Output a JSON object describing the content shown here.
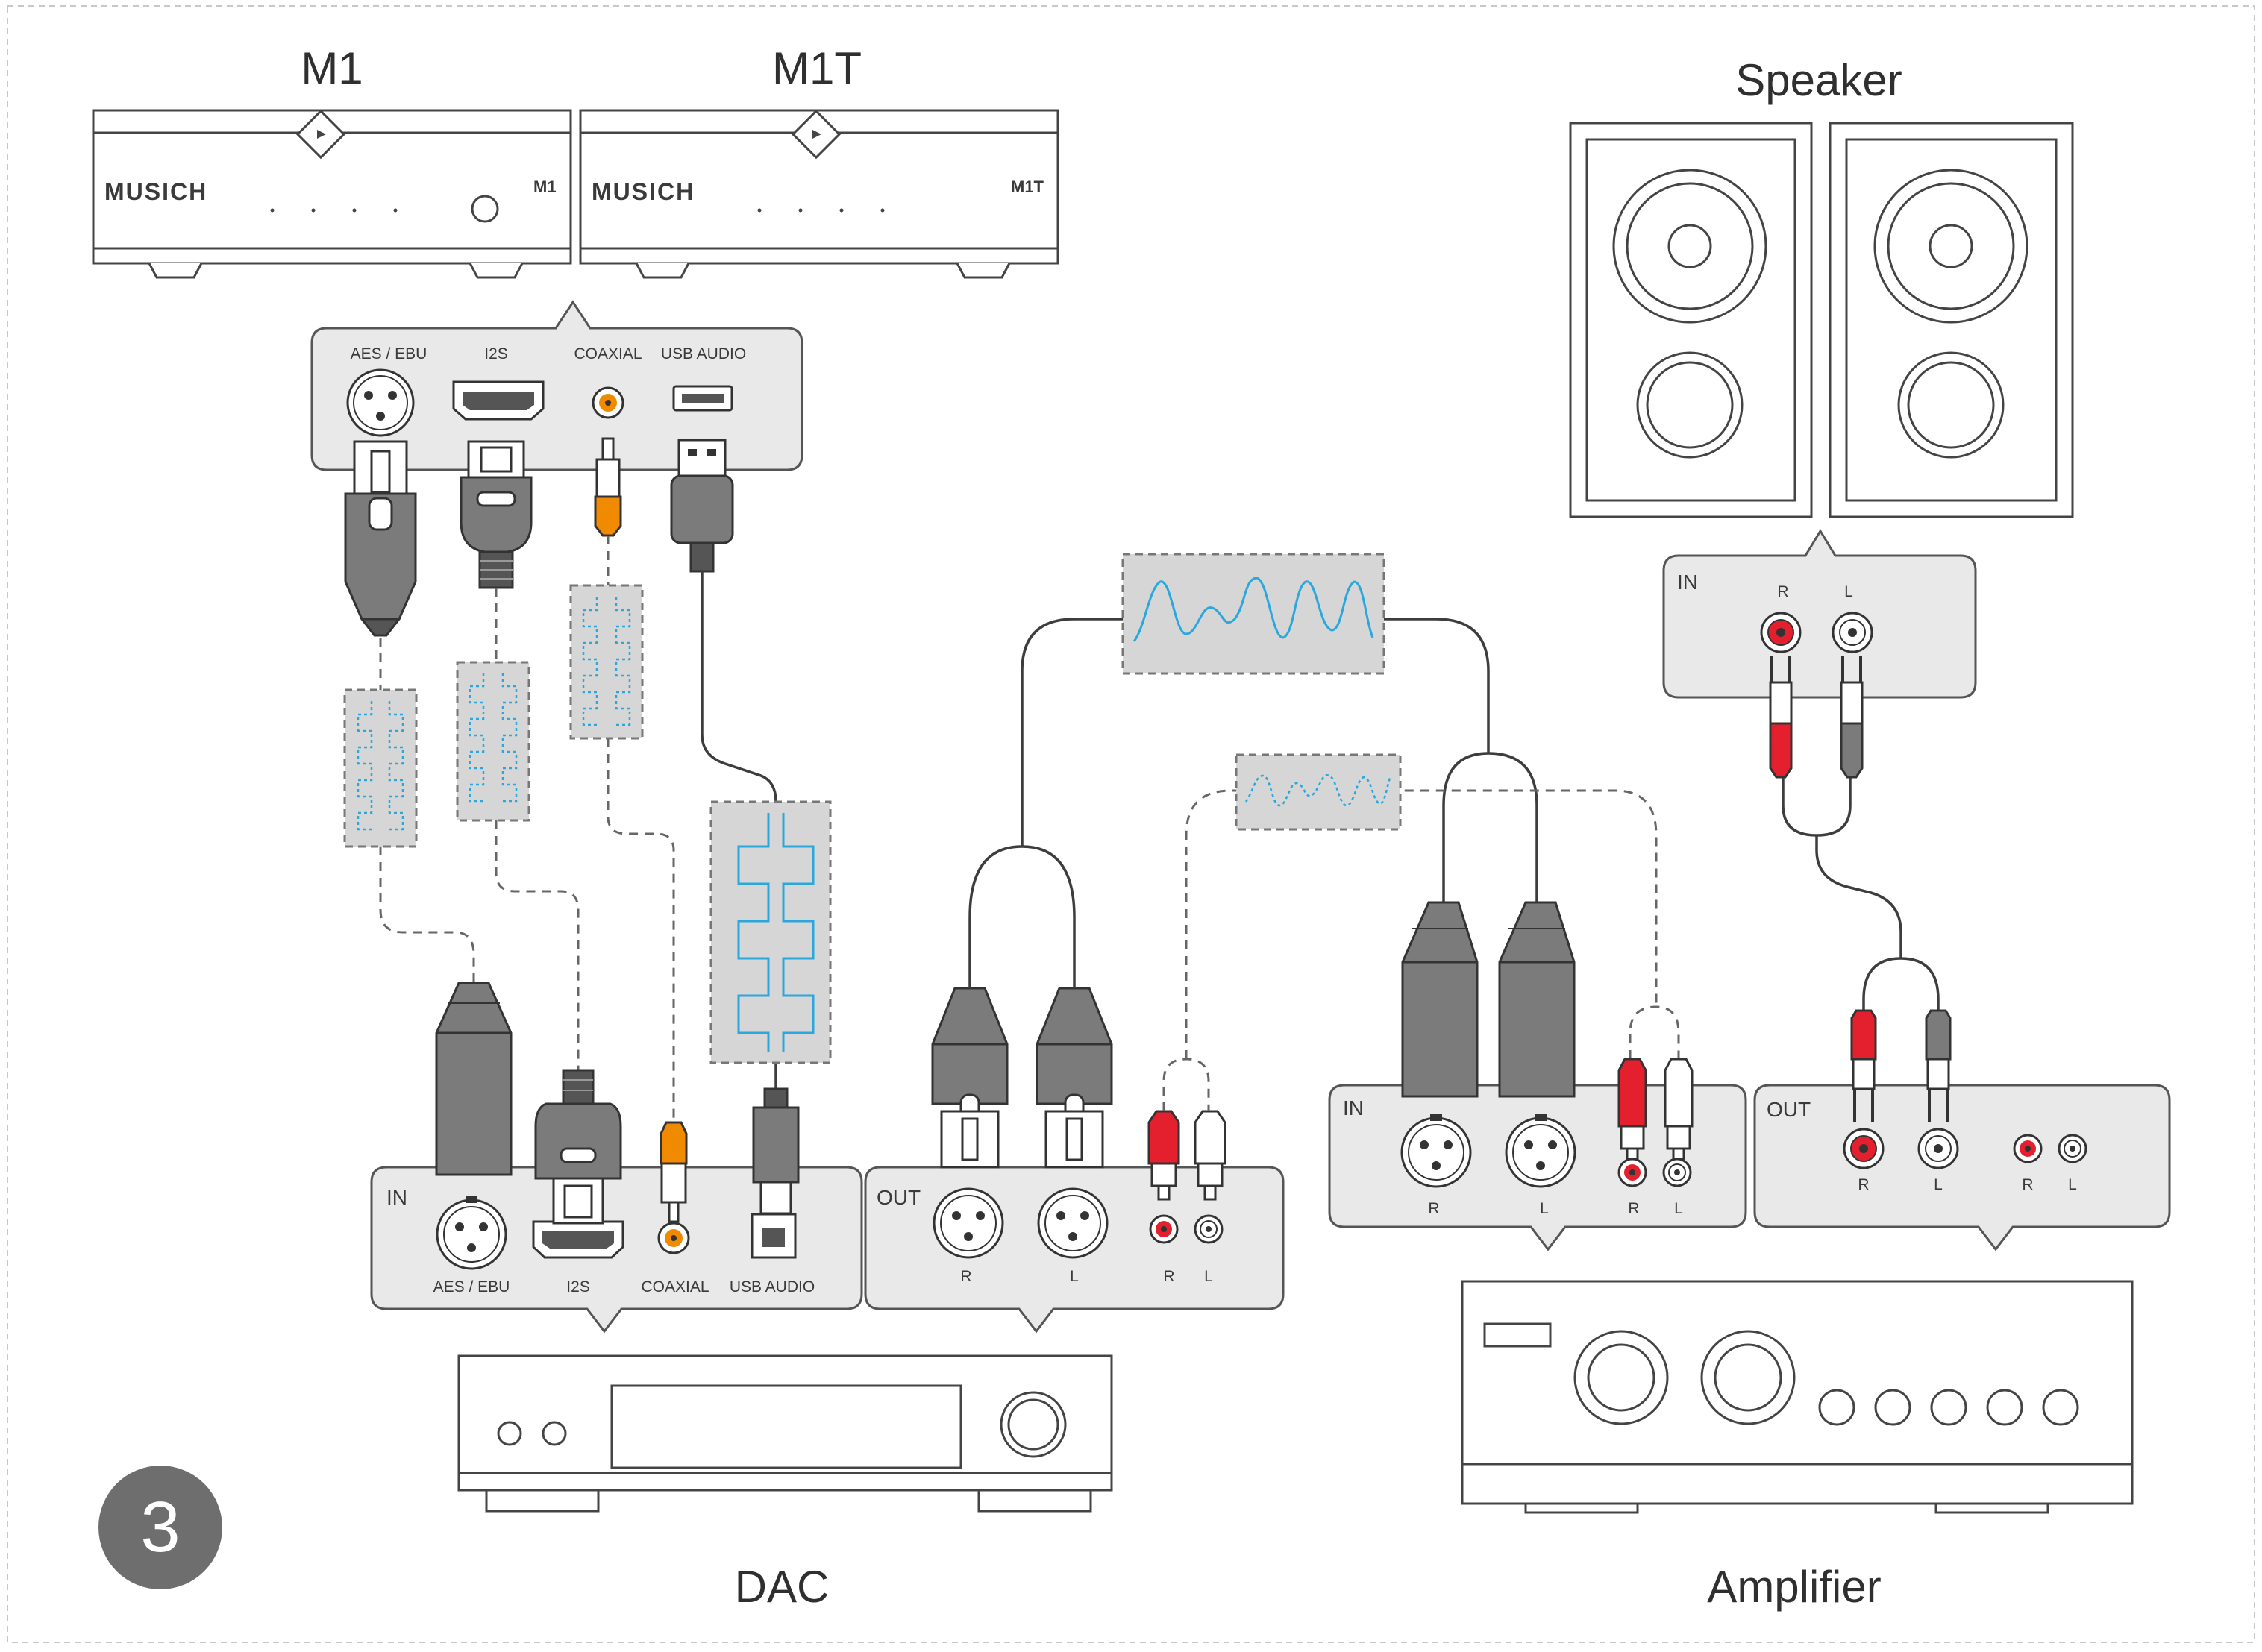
{
  "sources": {
    "m1_title": "M1",
    "m1t_title": "M1T",
    "brand": "MUSICH",
    "m1_model": "M1",
    "m1t_model": "M1T"
  },
  "speaker": {
    "title": "Speaker",
    "in_label": "IN",
    "r": "R",
    "l": "L"
  },
  "source_ports": {
    "aes": "AES / EBU",
    "i2s": "I2S",
    "coax": "COAXIAL",
    "usb": "USB AUDIO"
  },
  "dac": {
    "title": "DAC",
    "in_label": "IN",
    "aes": "AES / EBU",
    "i2s": "I2S",
    "coax": "COAXIAL",
    "usb": "USB AUDIO",
    "out_label": "OUT",
    "xlr_r": "R",
    "xlr_l": "L",
    "rca_r": "R",
    "rca_l": "L"
  },
  "amplifier": {
    "title": "Amplifier",
    "in_label": "IN",
    "xlr_r": "R",
    "xlr_l": "L",
    "rca_r": "R",
    "rca_l": "L",
    "out_label": "OUT",
    "spk_r": "R",
    "spk_l": "L",
    "pre_r": "R",
    "pre_l": "L"
  },
  "step": {
    "number": "3"
  },
  "colors": {
    "signal": "#2aa7dc",
    "right_channel": "#e5202e",
    "coaxial": "#f08a00",
    "panel": "#e9e9e9",
    "step_badge": "#6e6e6e"
  }
}
